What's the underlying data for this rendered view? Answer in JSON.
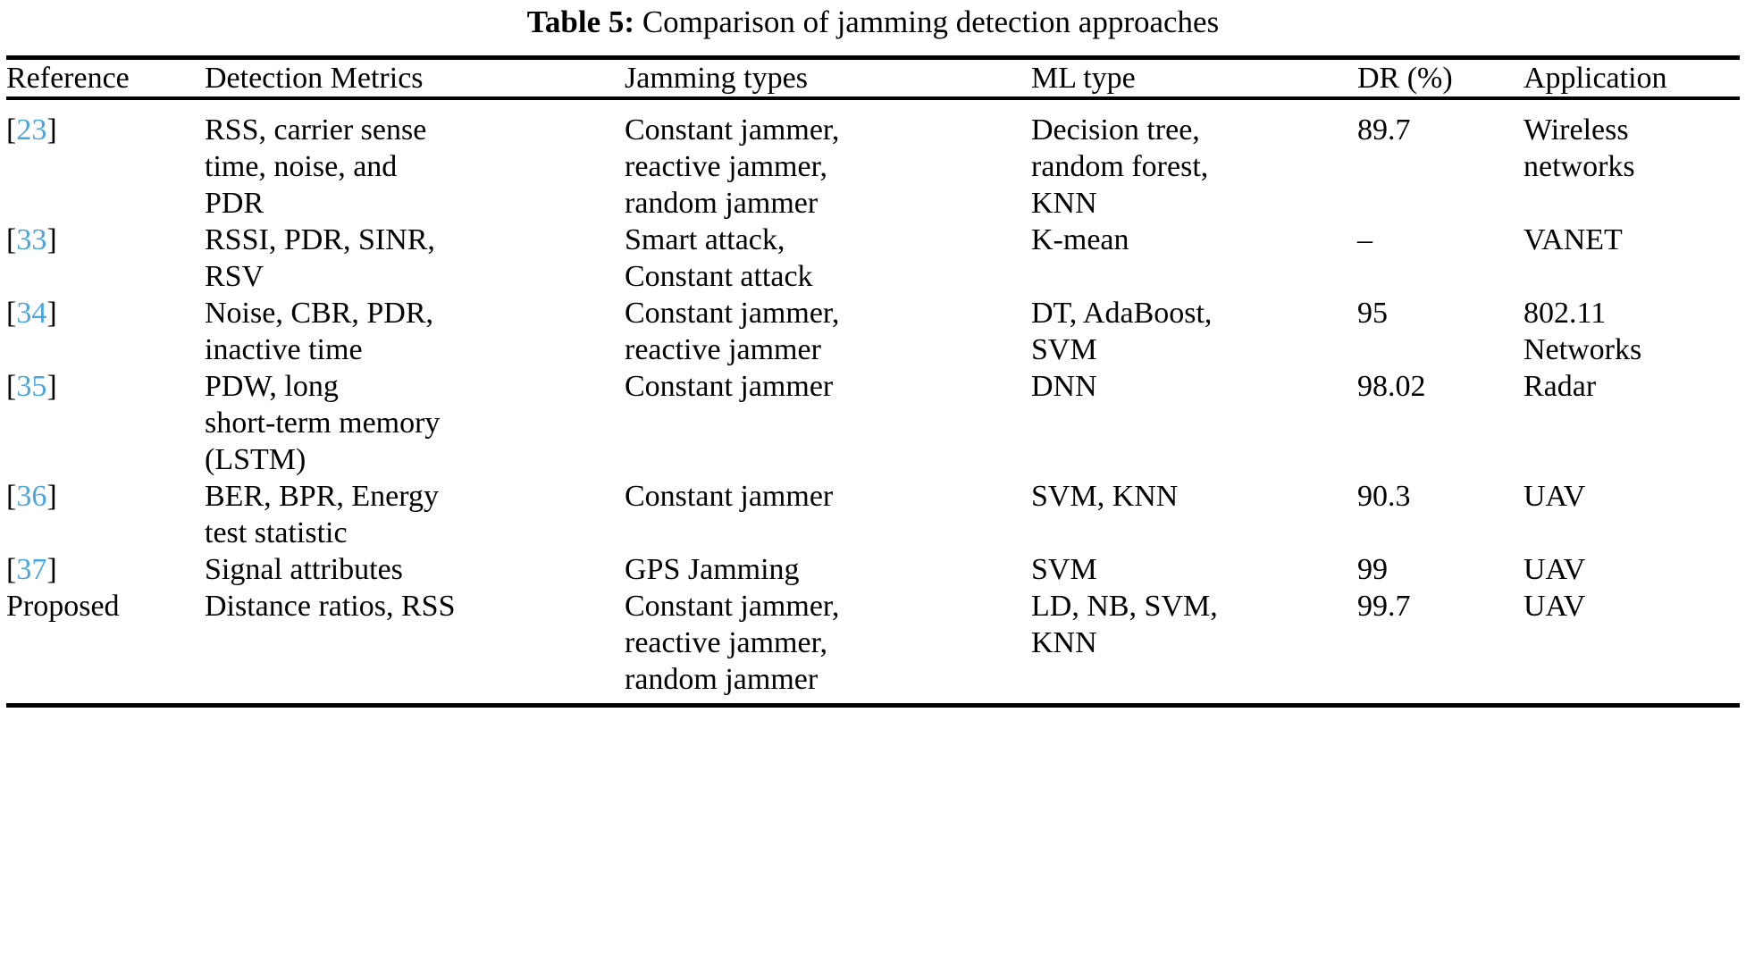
{
  "caption": {
    "label": "Table 5:",
    "text": "Comparison of jamming detection approaches"
  },
  "colors": {
    "citation_blue": "#4aa6dc",
    "rule_black": "#000000",
    "text_black": "#000000",
    "background": "#ffffff"
  },
  "table": {
    "headers": [
      "Reference",
      "Detection Metrics",
      "Jamming types",
      "ML type",
      "DR (%)",
      "Application"
    ],
    "rows": [
      {
        "reference": {
          "bracket_open": "[",
          "number": "23",
          "bracket_close": "]",
          "is_citation": true
        },
        "detection_metrics": [
          "RSS, carrier sense",
          "time, noise, and",
          "PDR"
        ],
        "jamming_types": [
          "Constant jammer,",
          "reactive jammer,",
          "random jammer"
        ],
        "ml_type": [
          "Decision tree,",
          "random forest,",
          "KNN"
        ],
        "dr": [
          "89.7"
        ],
        "application": [
          "Wireless",
          "networks"
        ]
      },
      {
        "reference": {
          "bracket_open": "[",
          "number": "33",
          "bracket_close": "]",
          "is_citation": true
        },
        "detection_metrics": [
          "RSSI, PDR, SINR,",
          "RSV"
        ],
        "jamming_types": [
          "Smart attack,",
          "Constant attack"
        ],
        "ml_type": [
          "K-mean"
        ],
        "dr": [
          "–"
        ],
        "application": [
          "VANET"
        ]
      },
      {
        "reference": {
          "bracket_open": "[",
          "number": "34",
          "bracket_close": "]",
          "is_citation": true
        },
        "detection_metrics": [
          "Noise, CBR, PDR,",
          "inactive time"
        ],
        "jamming_types": [
          "Constant jammer,",
          "reactive jammer"
        ],
        "ml_type": [
          "DT, AdaBoost,",
          "SVM"
        ],
        "dr": [
          "95"
        ],
        "application": [
          "802.11",
          "Networks"
        ]
      },
      {
        "reference": {
          "bracket_open": "[",
          "number": "35",
          "bracket_close": "]",
          "is_citation": true
        },
        "detection_metrics": [
          "PDW, long",
          "short-term memory",
          "(LSTM)"
        ],
        "jamming_types": [
          "Constant jammer"
        ],
        "ml_type": [
          "DNN"
        ],
        "dr": [
          "98.02"
        ],
        "application": [
          "Radar"
        ]
      },
      {
        "reference": {
          "bracket_open": "[",
          "number": "36",
          "bracket_close": "]",
          "is_citation": true
        },
        "detection_metrics": [
          "BER, BPR, Energy",
          "test statistic"
        ],
        "jamming_types": [
          "Constant jammer"
        ],
        "ml_type": [
          "SVM, KNN"
        ],
        "dr": [
          "90.3"
        ],
        "application": [
          "UAV"
        ]
      },
      {
        "reference": {
          "bracket_open": "[",
          "number": "37",
          "bracket_close": "]",
          "is_citation": true
        },
        "detection_metrics": [
          "Signal attributes"
        ],
        "jamming_types": [
          "GPS Jamming"
        ],
        "ml_type": [
          "SVM"
        ],
        "dr": [
          "99"
        ],
        "application": [
          "UAV"
        ]
      },
      {
        "reference": {
          "plain": "Proposed",
          "is_citation": false
        },
        "detection_metrics": [
          "Distance ratios, RSS"
        ],
        "jamming_types": [
          "Constant jammer,",
          "reactive jammer,",
          "random jammer"
        ],
        "ml_type": [
          "LD, NB, SVM,",
          "KNN"
        ],
        "dr": [
          "99.7"
        ],
        "application": [
          "UAV"
        ]
      }
    ]
  }
}
